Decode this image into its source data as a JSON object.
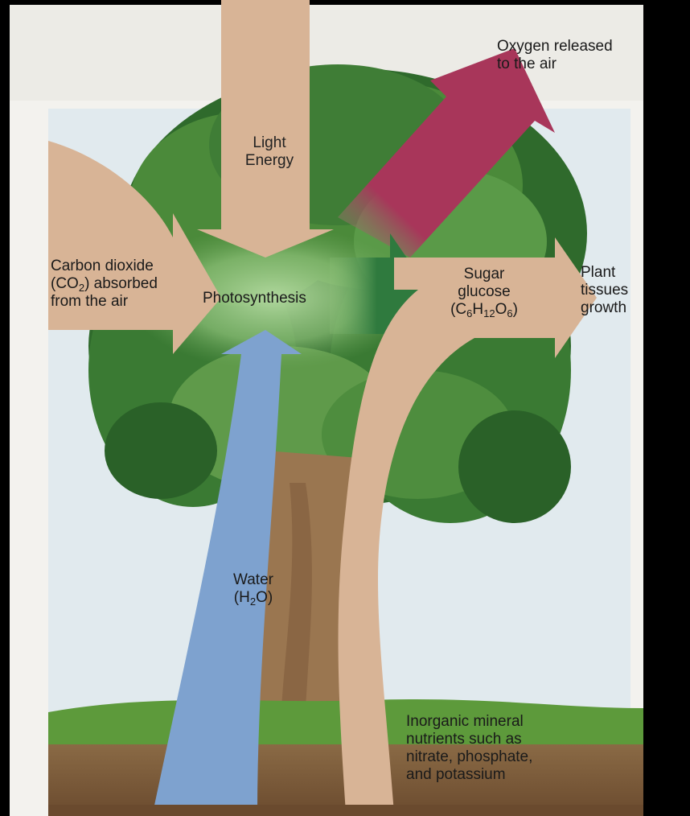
{
  "labels": {
    "oxygen": [
      "Oxygen released",
      "to the air"
    ],
    "light": [
      "Light",
      "Energy"
    ],
    "co2": {
      "line1": "Carbon dioxide",
      "line2_pre": "(CO",
      "line2_sub": "2",
      "line2_post": ") absorbed",
      "line3": "from the air"
    },
    "photosynthesis": "Photosynthesis",
    "sugar": {
      "line1": "Sugar",
      "line2": "glucose",
      "f_open": "(C",
      "f_sub1": "6",
      "f_h": "H",
      "f_sub2": "12",
      "f_o": "O",
      "f_sub3": "6",
      "f_close": ")"
    },
    "plant": [
      "Plant",
      "tissues",
      "growth"
    ],
    "water": {
      "line1": "Water",
      "f_open": "(H",
      "f_sub": "2",
      "f_close": "O)"
    },
    "minerals": [
      "Inorganic mineral",
      "nutrients such as",
      "nitrate, phosphate,",
      "and potassium"
    ]
  },
  "colors": {
    "background": "#000000",
    "page": "#f2f2ee",
    "panel": "#e3ecef",
    "canopy_dark": "#2f6a2c",
    "canopy_mid": "#4b8a3a",
    "canopy_light": "#86b96f",
    "photosynthesis_glow": "#9fcb8c",
    "trunk": "#9a7650",
    "ground_grass": "#5d9a3b",
    "soil": "#7b5a3c",
    "tan_arrow": "#d8b496",
    "oxygen_arrow": "#a8365a",
    "sugar_arrow": "#2f7a3e",
    "water_arrow": "#7ea2cf"
  }
}
